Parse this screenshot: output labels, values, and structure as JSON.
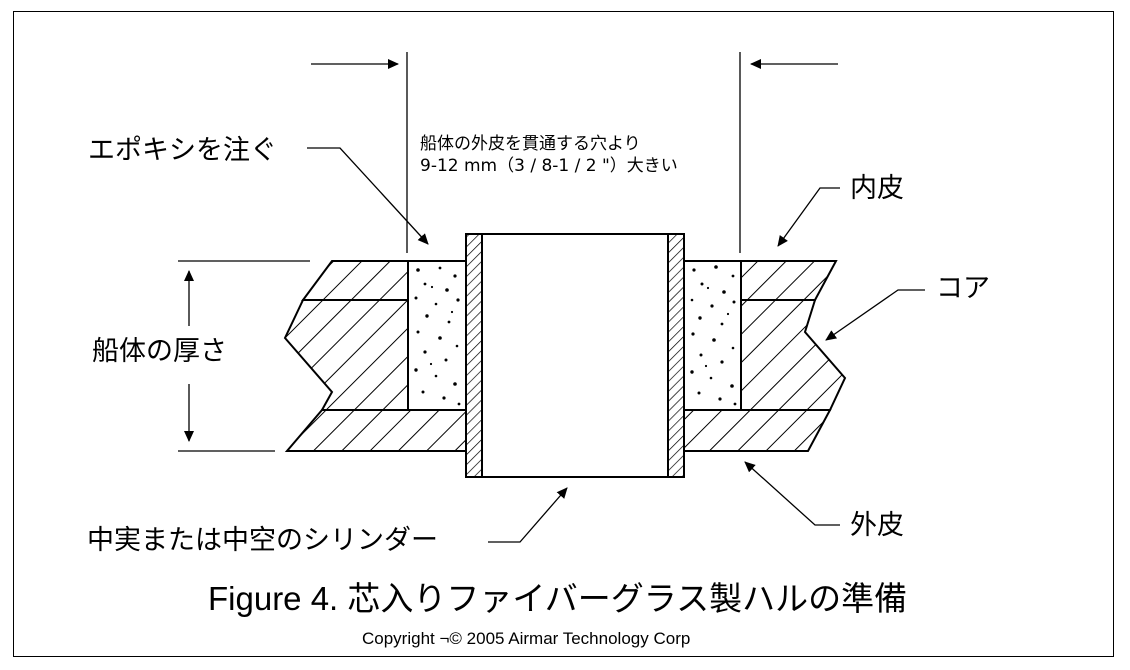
{
  "labels": {
    "epoxy": "エポキシを注ぐ",
    "clearance_line1": "船体の外皮を貫通する穴より",
    "clearance_line2": "9-12 mm（3 / 8-1 / 2 \"）大きい",
    "inner_skin": "内皮",
    "core": "コア",
    "hull_thickness": "船体の厚さ",
    "outer_skin": "外皮",
    "cylinder": "中実または中空のシリンダー"
  },
  "caption": {
    "title": "Figure 4. 芯入りファイバーグラス製ハルの準備",
    "copyright": "Copyright ¬© 2005 Airmar Technology Corp"
  }
}
